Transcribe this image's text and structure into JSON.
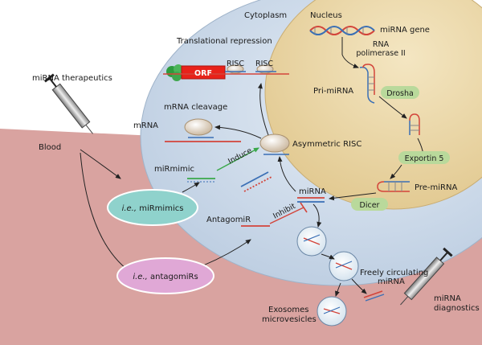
{
  "regions": {
    "cytoplasm": "Cytoplasm",
    "nucleus": "Nucleus",
    "blood": "Blood"
  },
  "nucleus_steps": {
    "mirna_gene": "miRNA gene",
    "rna_pol_line1": "RNA",
    "rna_pol_line2": "polimerase II",
    "pri_mirna": "Pri-miRNA",
    "drosha": "Drosha",
    "pre_mirna_nucleus": "Pre-miRNA",
    "exportin": "Exportin 5"
  },
  "cytoplasm_steps": {
    "pre_mirna_cyto": "Pre-miRNA",
    "dicer": "Dicer",
    "mirna": "miRNA",
    "asymmetric_risc": "Asymmetric RISC",
    "translational_repression": "Translational repression",
    "orf": "ORF",
    "risc1": "RISC",
    "risc2": "RISC",
    "mrna_cleavage": "mRNA cleavage",
    "mrna": "mRNA",
    "mirmimic": "miRmimic",
    "induce": "Induce",
    "antagomir": "AntagomiR",
    "inhibit": "Inhibit"
  },
  "therapeutics": {
    "title": "miRNA therapeutics",
    "mimics_prefix": "i.e.,",
    "mimics_name": " miRmimics",
    "antagomirs_prefix": "i.e.,",
    "antagomirs_name": " antagomiRs"
  },
  "secretion": {
    "freely_line1": "Freely circulating",
    "freely_line2": "miRNA",
    "exosomes_line1": "Exosomes",
    "exosomes_line2": "microvesicles"
  },
  "diagnostics": {
    "line1": "miRNA",
    "line2": "diagnostics"
  },
  "colors": {
    "blood": "#d9a3a0",
    "cytoplasm": "#cfdcea",
    "nucleus": "#ecd9a9",
    "mimics_fill": "#8fd2cc",
    "antagomirs_fill": "#e0a8d6",
    "green_label": "#b9d99b",
    "orf": "#e8221a",
    "arrow_green": "#3aa84a"
  }
}
